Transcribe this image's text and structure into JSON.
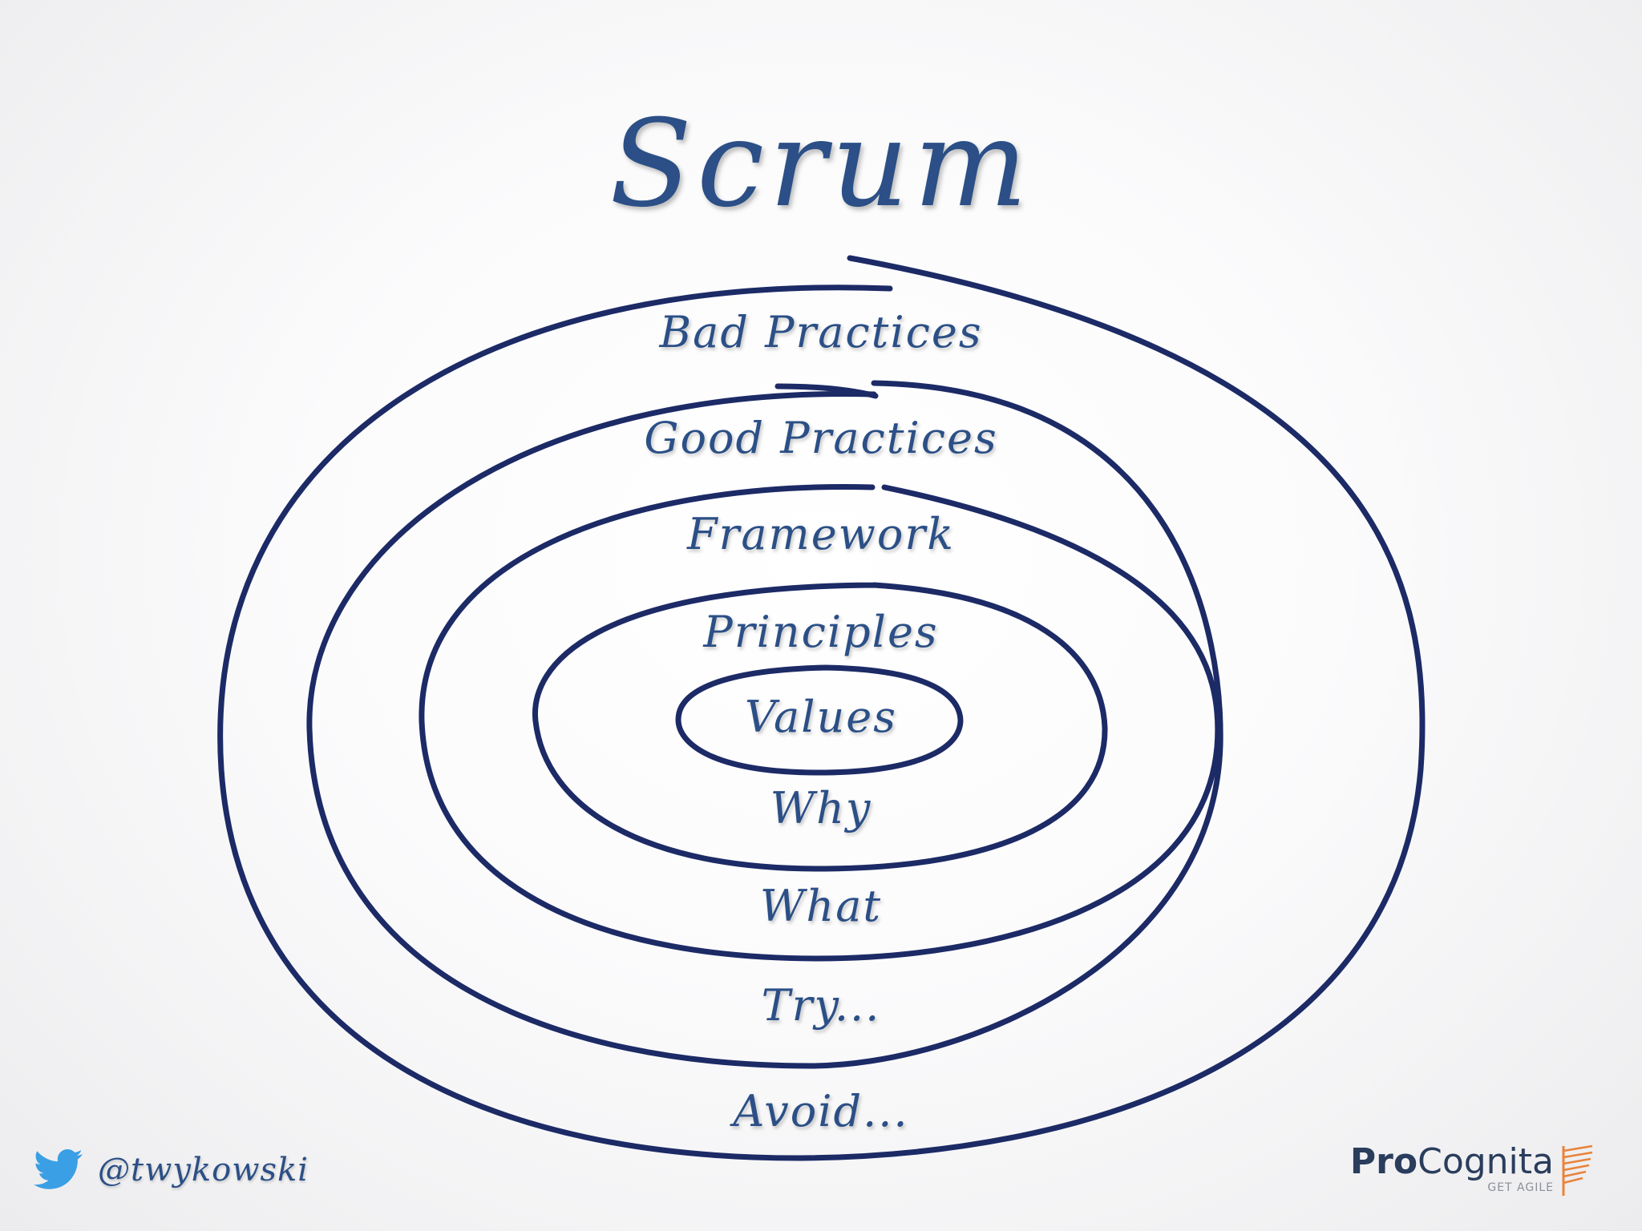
{
  "slide": {
    "title": "Scrum",
    "layers": [
      "Bad Practices",
      "Good Practices",
      "Framework",
      "Principles",
      "Values",
      "Why",
      "What",
      "Try...",
      "Avoid..."
    ],
    "colors": {
      "text": "#2b4f86",
      "ring": "#1c2a66",
      "brand_accent": "#e8833a"
    }
  },
  "footer": {
    "twitter_handle": "@twykowski",
    "icon": "twitter-bird-icon",
    "brand_prefix": "Pro",
    "brand_suffix": "Cognita",
    "brand_tagline": "GET AGILE"
  }
}
